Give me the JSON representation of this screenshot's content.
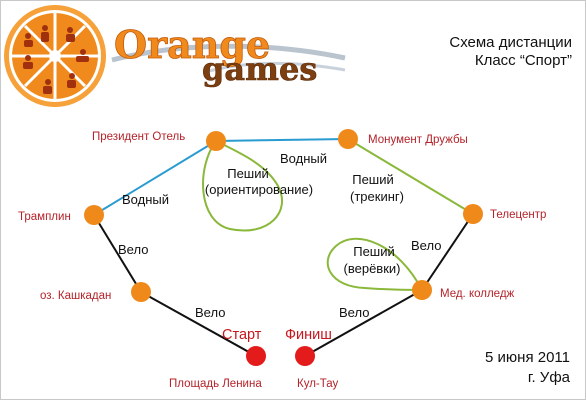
{
  "logo": {
    "word_orange": "Orange",
    "word_games": "games",
    "colors": {
      "orange": "#f08a1c",
      "dark_orange": "#d9620b",
      "games": "#8a4a12",
      "swoosh": "#9aa8b6"
    }
  },
  "header": {
    "line1": "Схема дистанции",
    "line2": "Класс “Спорт”"
  },
  "footer": {
    "date": "5 июня 2011",
    "city": "г. Уфа"
  },
  "colors": {
    "node_orange": "#ef8a1a",
    "node_red": "#e31b1b",
    "water": "#2a9bd0",
    "foot": "#8ab83a",
    "bike": "#111111",
    "label_red": "#b3232a"
  },
  "nodes": {
    "prezident": "Президент Отель",
    "monument": "Монумент Дружбы",
    "tramplin": "Трамплин",
    "telecentr": "Телецентр",
    "kashkadan": "оз. Кашкадан",
    "medcollege": "Мед. колледж",
    "ploshad": "Площадь Ленина",
    "kultau": "Кул-Тау"
  },
  "markers": {
    "start": "Старт",
    "finish": "Финиш"
  },
  "legs": {
    "water_top": "Водный",
    "water_left": "Водный",
    "foot_orient_1": "Пеший",
    "foot_orient_2": "(ориентирование)",
    "foot_trek_1": "Пеший",
    "foot_trek_2": "(трекинг)",
    "bike_upper_left": "Вело",
    "bike_lower_left": "Вело",
    "bike_upper_right": "Вело",
    "bike_lower_right": "Вело",
    "foot_rope_1": "Пеший",
    "foot_rope_2": "(верёвки)"
  }
}
